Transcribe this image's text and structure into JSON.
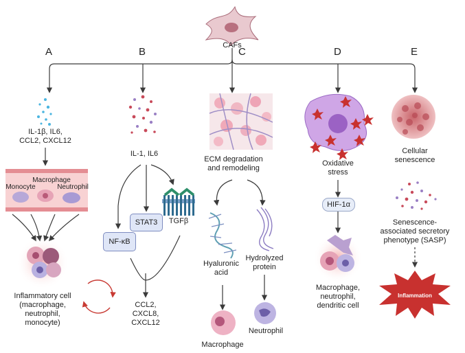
{
  "top": {
    "cafs_label": "CAFs"
  },
  "columns": {
    "A": {
      "letter": "A",
      "cytokines": "IL-1β, IL6,\nCCL2,  CXCL12",
      "macrophage": "Macrophage",
      "monocyte": "Monocyte",
      "neutrophil": "Neutrophil",
      "inflammatory_cell": "Inflammatory cell\n(macrophage,\nneutrophil,\nmonocyte)"
    },
    "B": {
      "letter": "B",
      "cytokines": "IL-1, IL6",
      "stat3": "STAT3",
      "nfkb": "NF-κB",
      "tgfb": "TGFβ",
      "output": "CCL2,\nCXCL8,\nCXCL12"
    },
    "C": {
      "letter": "C",
      "ecm": "ECM degradation\nand remodeling",
      "hyaluronic": "Hyaluronic\nacid",
      "hydrolyzed": "Hydrolyzed\nprotein",
      "macrophage": "Macrophage",
      "neutrophil": "Neutrophil"
    },
    "D": {
      "letter": "D",
      "oxidative": "Oxidative\nstress",
      "hif": "HIF-1α",
      "cells": "Macrophage,\nneutrophil,\ndendritic cell"
    },
    "E": {
      "letter": "E",
      "senescence": "Cellular\nsenescence",
      "sasp": "Senescence-\nassociated secretory\nphenotype (SASP)",
      "inflammation": "Inflammation"
    }
  },
  "colors": {
    "line": "#3a3a3a",
    "inflammation_fill": "#c8312f",
    "box_fill": "#dfe6f7",
    "cell_pink": "#e6a3b6",
    "cell_purple": "#9c8cc8",
    "vessel": "#f5c4c6"
  }
}
